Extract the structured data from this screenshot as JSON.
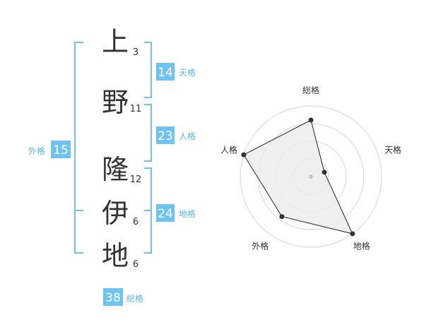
{
  "name": {
    "characters": [
      {
        "char": "上",
        "strokes": "3"
      },
      {
        "char": "野",
        "strokes": "11"
      },
      {
        "char": "隆",
        "strokes": "12"
      },
      {
        "char": "伊",
        "strokes": "6"
      },
      {
        "char": "地",
        "strokes": "6"
      }
    ]
  },
  "fortunes": {
    "tenkaku": {
      "value": "14",
      "label": "天格"
    },
    "jinkaku": {
      "value": "23",
      "label": "人格"
    },
    "chikaku": {
      "value": "24",
      "label": "地格"
    },
    "gaikaku": {
      "value": "15",
      "label": "外格"
    },
    "soukaku": {
      "value": "38",
      "label": "総格"
    }
  },
  "colors": {
    "accent": "#6fc3f0",
    "accent_text": "#5ab6e8",
    "text": "#333333",
    "grid": "#dcdcdc",
    "radar_fill": "#ececec",
    "radar_stroke": "#222222"
  },
  "chart_data": {
    "type": "radar",
    "axes": [
      "総格",
      "天格",
      "地格",
      "外格",
      "人格"
    ],
    "values": [
      0.8,
      0.2,
      1.0,
      0.7,
      1.0
    ],
    "scale_max": 1.0,
    "rings": 4,
    "grid": true
  }
}
